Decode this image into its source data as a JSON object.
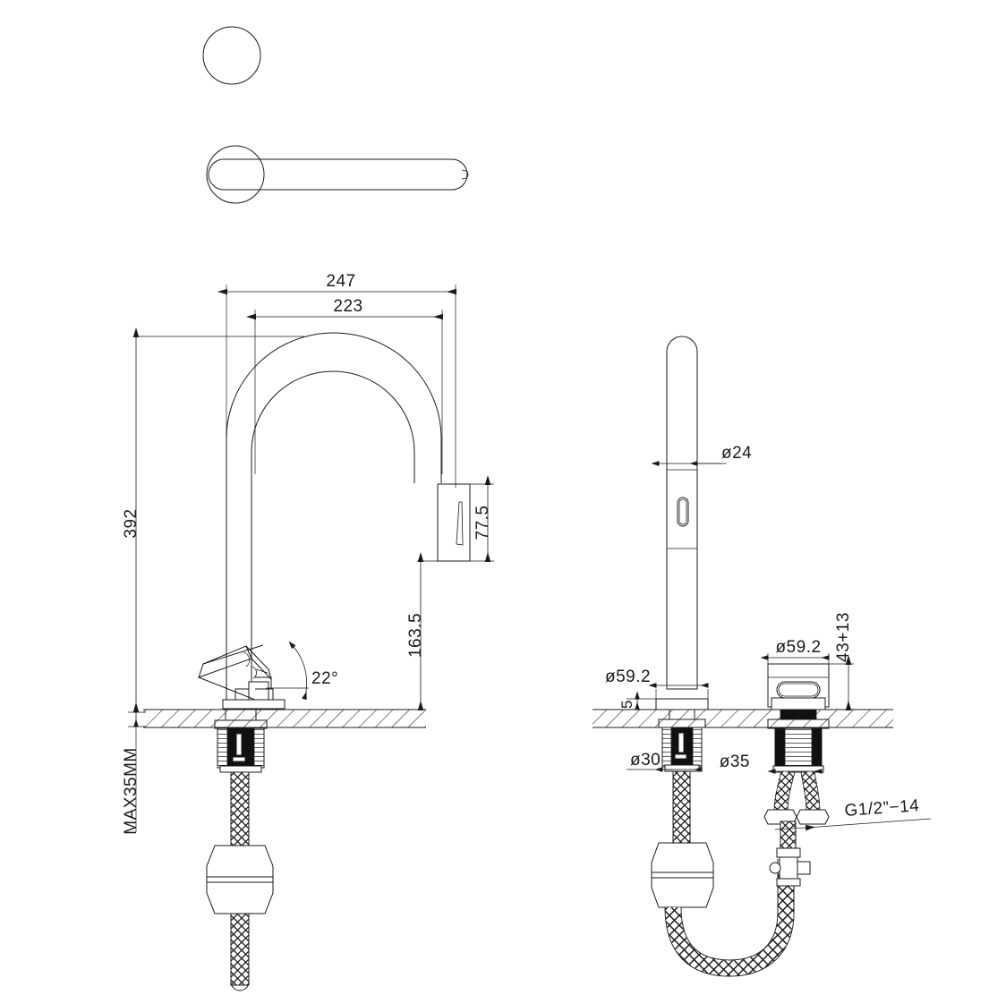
{
  "drawing": {
    "title": "Pull-down kitchen faucet — dimensioned technical drawing",
    "units": "mm",
    "line_color": "#1a1a1a",
    "background": "#ffffff"
  },
  "views": {
    "top_circle": {
      "name": "handle-cap-top-view"
    },
    "top_lever": {
      "name": "lever-handle-top-view"
    },
    "left_elevation": {
      "name": "side-elevation-with-pulldown-spout"
    },
    "right_elevation": {
      "name": "front-elevation-two-hole-install"
    }
  },
  "dimensions": {
    "overall_reach": "247",
    "spout_reach": "223",
    "overall_height": "392",
    "spray_head_length": "77.5",
    "spout_outlet_height": "163.5",
    "handle_angle": "22°",
    "max_deck_thickness": "MAX35MM",
    "spout_diameter": "ø24",
    "base_diameter_spout": "ø59.2",
    "base_diameter_handle": "ø59.2",
    "base_height": "5",
    "handle_block_height": "43+13",
    "shank_diameter_spout": "ø30",
    "shank_diameter_handle": "ø35",
    "thread_spec": "G1/2”−14"
  },
  "labels": [
    {
      "id": "dim-247",
      "text": "247"
    },
    {
      "id": "dim-223",
      "text": "223"
    },
    {
      "id": "dim-392",
      "text": "392"
    },
    {
      "id": "dim-775",
      "text": "77.5"
    },
    {
      "id": "dim-1635",
      "text": "163.5"
    },
    {
      "id": "dim-22deg",
      "text": "22°"
    },
    {
      "id": "dim-max35",
      "text": "MAX35MM"
    },
    {
      "id": "dim-d24",
      "text": "ø24"
    },
    {
      "id": "dim-d592-a",
      "text": "ø59.2"
    },
    {
      "id": "dim-d592-b",
      "text": "ø59.2"
    },
    {
      "id": "dim-5",
      "text": "5"
    },
    {
      "id": "dim-4313",
      "text": "43+13"
    },
    {
      "id": "dim-d30",
      "text": "ø30"
    },
    {
      "id": "dim-d35",
      "text": "ø35"
    },
    {
      "id": "dim-thread",
      "text": "G1/2”−14"
    }
  ]
}
